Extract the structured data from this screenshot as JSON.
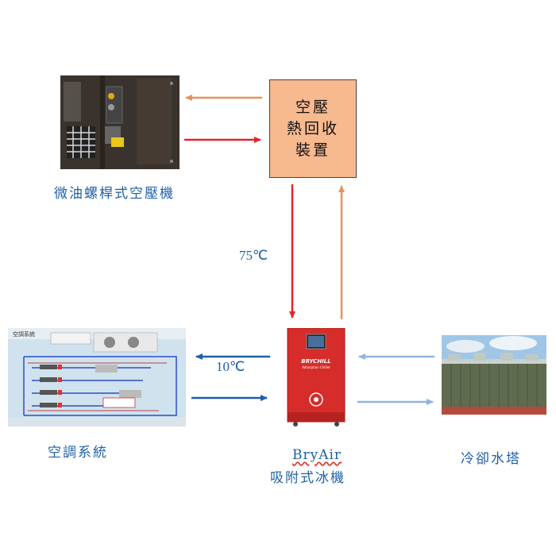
{
  "nodes": {
    "compressor_label": "微油螺桿式空壓機",
    "heat_recovery_lines": [
      "空壓",
      "熱回收",
      "裝置"
    ],
    "ac_label": "空調系統",
    "chiller_brand": "BryAir",
    "chiller_label": "吸附式冰機",
    "tower_label": "冷卻水塔"
  },
  "ac_panel": {
    "title": "空調系統"
  },
  "chiller_panel": {
    "logo": "BRYCHILL",
    "sub": "Adsorption Chiller"
  },
  "temps": {
    "hot": "75℃",
    "cold": "10℃"
  },
  "colors": {
    "hot": "#e0262b",
    "warm": "#e8925a",
    "cold_supply": "#1f5fa8",
    "cold_return": "#8fb6e0"
  }
}
